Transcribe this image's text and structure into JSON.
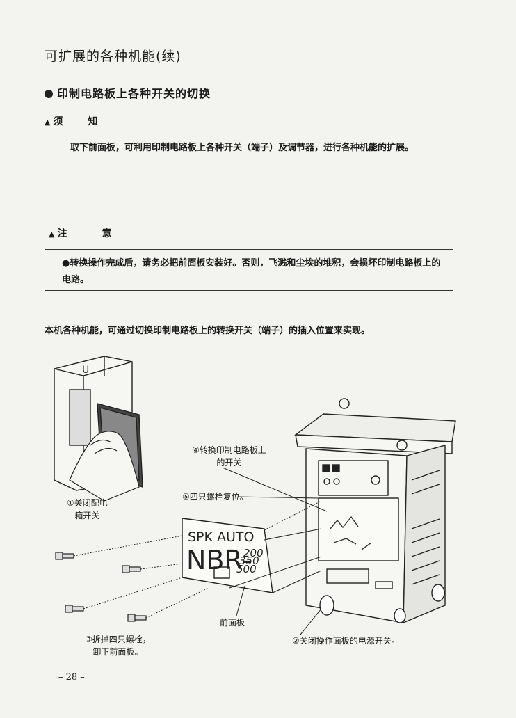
{
  "page": {
    "title": "可扩展的各种机能(续)",
    "subtitle": "印制电路板上各种开关的切换",
    "notice": {
      "label_a": "须",
      "label_b": "知",
      "text": "取下前面板，可利用印制电路板上各种开关（端子）及调节器，进行各种机能的扩展。"
    },
    "caution": {
      "label_a": "注",
      "label_b": "意",
      "text": "●转换操作完成后，请务必把前面板安装好。否则，飞溅和尘埃的堆积，会损坏印制电路板上的电路。"
    },
    "body_text": "本机各种机能，可通过切换印制电路板上的转换开关（端子）的插入位置来实现。",
    "page_number": "– 28 –"
  },
  "figure": {
    "callout_1_a": "①关闭配电",
    "callout_1_b": "箱开关",
    "callout_2": "②关闭操作面板的电源开关。",
    "callout_3_a": "③拆掉四只螺栓，",
    "callout_3_b": "卸下前面板。",
    "callout_4_a": "④转换印制电路板上",
    "callout_4_b": "的开关",
    "callout_5": "⑤四只螺栓复位。",
    "front_panel_label": "前面板",
    "plate_line1": "SPK AUTO",
    "plate_line2": "NBR-",
    "plate_models": [
      "200",
      "350",
      "500"
    ]
  }
}
